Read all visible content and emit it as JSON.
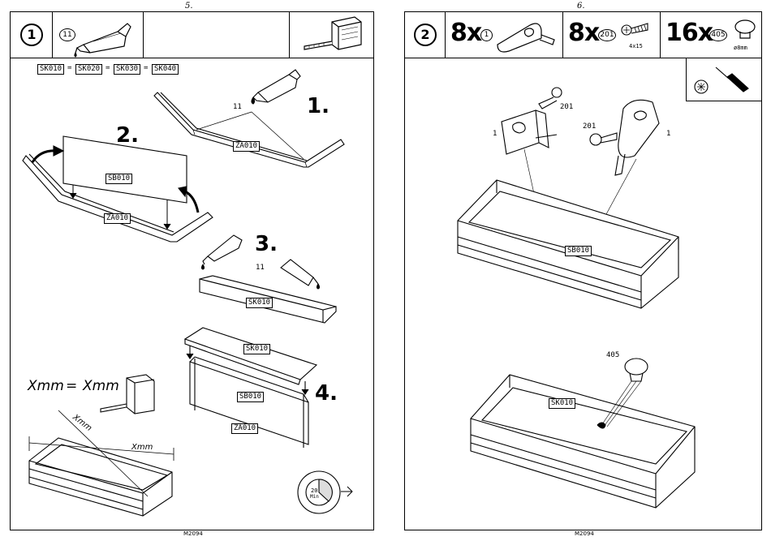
{
  "left_page": {
    "page_number": "5.",
    "step": "1",
    "glue_part": "11",
    "equivalence": {
      "parts": [
        "SK010",
        "SK020",
        "SK030",
        "SK040"
      ],
      "sign": "="
    },
    "substeps": [
      "1.",
      "2.",
      "3.",
      "4."
    ],
    "callouts": {
      "glue_1": "11",
      "glue_3": "11",
      "za010_1": "ZA010",
      "sb010_2": "SB010",
      "za010_2": "ZA010",
      "sk010_3": "SK010",
      "sk010_4": "SK010",
      "sb010_4": "SB010",
      "za010_4": "ZA010"
    },
    "measure": {
      "left": "Xmm",
      "sign": "=",
      "right": "Xmm",
      "diag": "Xmm",
      "side": "Xmm"
    },
    "timer": {
      "value": "20",
      "unit": "Min"
    },
    "footer": "M2094"
  },
  "right_page": {
    "page_number": "6.",
    "step": "2",
    "parts": [
      {
        "qty": "8x",
        "id": "1"
      },
      {
        "qty": "8x",
        "id": "201",
        "size": "4x15"
      },
      {
        "qty": "16x",
        "id": "405",
        "size": "ø8mm"
      }
    ],
    "callouts": {
      "bracket_left": "1",
      "screw_left": "201",
      "screw_right": "201",
      "bracket_right": "1",
      "sb010": "SB010",
      "cap": "405",
      "sk010": "SK010"
    },
    "footer": "M2094"
  }
}
